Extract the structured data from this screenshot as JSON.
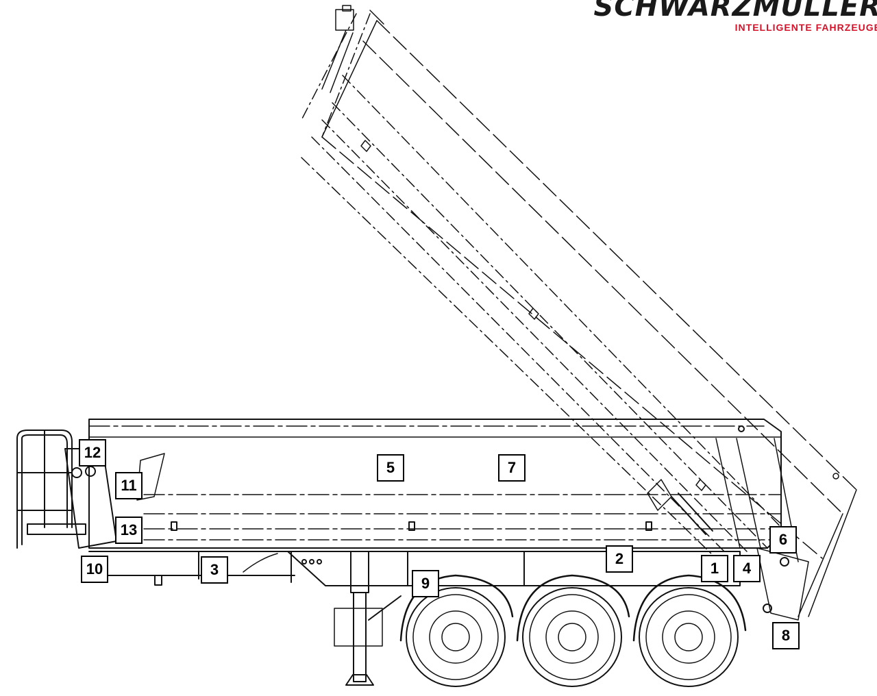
{
  "brand": {
    "name": "SCHWARZMÜLLER",
    "tagline": "INTELLIGENTE FAHRZEUGE",
    "accent_color": "#d4122a"
  },
  "callouts": [
    "1",
    "2",
    "3",
    "4",
    "5",
    "6",
    "7",
    "8",
    "9",
    "10",
    "11",
    "12",
    "13"
  ]
}
